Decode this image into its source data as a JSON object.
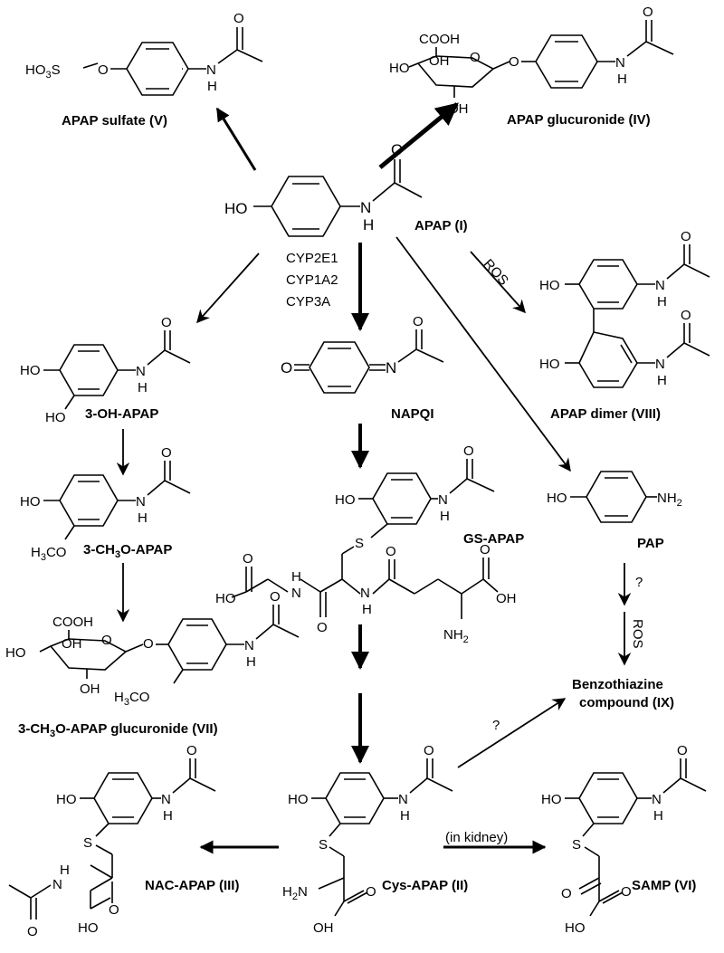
{
  "compounds": {
    "apap": "APAP (I)",
    "apap_sulfate": "APAP sulfate (V)",
    "apap_glucuronide": "APAP glucuronide (IV)",
    "apap_dimer": "APAP dimer (VIII)",
    "oh_apap": "3-OH-APAP",
    "ch3o_apap_prefix": "3-CH",
    "ch3o_apap_sub": "3",
    "ch3o_apap_suffix": "O-APAP",
    "ch3o_gluc_prefix": "3-CH",
    "ch3o_gluc_sub": "3",
    "ch3o_gluc_suffix": "O-APAP glucuronide (VII)",
    "napqi": "NAPQI",
    "gs_apap": "GS-APAP",
    "pap": "PAP",
    "benzothiazine_line1": "Benzothiazine",
    "benzothiazine_line2": "compound (IX)",
    "nac_apap": "NAC-APAP (III)",
    "cys_apap": "Cys-APAP (II)",
    "samp": "SAMP (VI)"
  },
  "enzymes": [
    "CYP2E1",
    "CYP1A2",
    "CYP3A"
  ],
  "arrow_labels": {
    "ros_dimer": "ROS",
    "ros_pap": "ROS",
    "question_pap": "?",
    "question_cys": "?",
    "kidney": "(in kidney)"
  },
  "atoms": {
    "ho": "HO",
    "h": "H",
    "n": "N",
    "o": "O",
    "s": "S",
    "oh": "OH",
    "cooh": "COOH",
    "nh2": "NH",
    "two": "2",
    "ho3s_prefix": "HO",
    "ho3s_sub": "3",
    "ho3s_suffix": "S",
    "h3co_prefix": "H",
    "h3co_sub": "3",
    "h3co_suffix": "CO"
  }
}
